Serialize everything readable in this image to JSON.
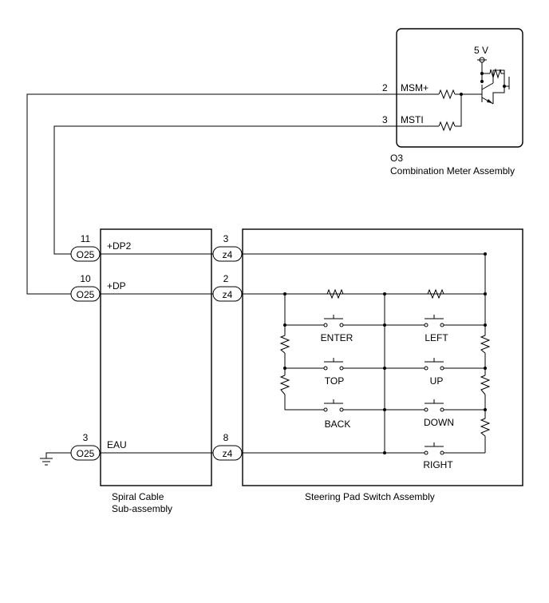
{
  "combination_meter": {
    "connector": "O3",
    "name": "Combination Meter Assembly",
    "supply": "5 V",
    "pins": [
      {
        "number": "2",
        "signal": "MSM+"
      },
      {
        "number": "3",
        "signal": "MSTI"
      }
    ]
  },
  "spiral_cable": {
    "name_line1": "Spiral Cable",
    "name_line2": "Sub-assembly",
    "connector": "O25",
    "pins": [
      {
        "number": "11",
        "signal": "+DP2"
      },
      {
        "number": "10",
        "signal": "+DP"
      },
      {
        "number": "3",
        "signal": "EAU"
      }
    ]
  },
  "steering_pad": {
    "name": "Steering Pad Switch Assembly",
    "connector": "z4",
    "pins": [
      {
        "number": "3"
      },
      {
        "number": "2"
      },
      {
        "number": "8"
      }
    ],
    "switches": [
      "ENTER",
      "LEFT",
      "TOP",
      "UP",
      "BACK",
      "DOWN",
      "RIGHT"
    ]
  }
}
